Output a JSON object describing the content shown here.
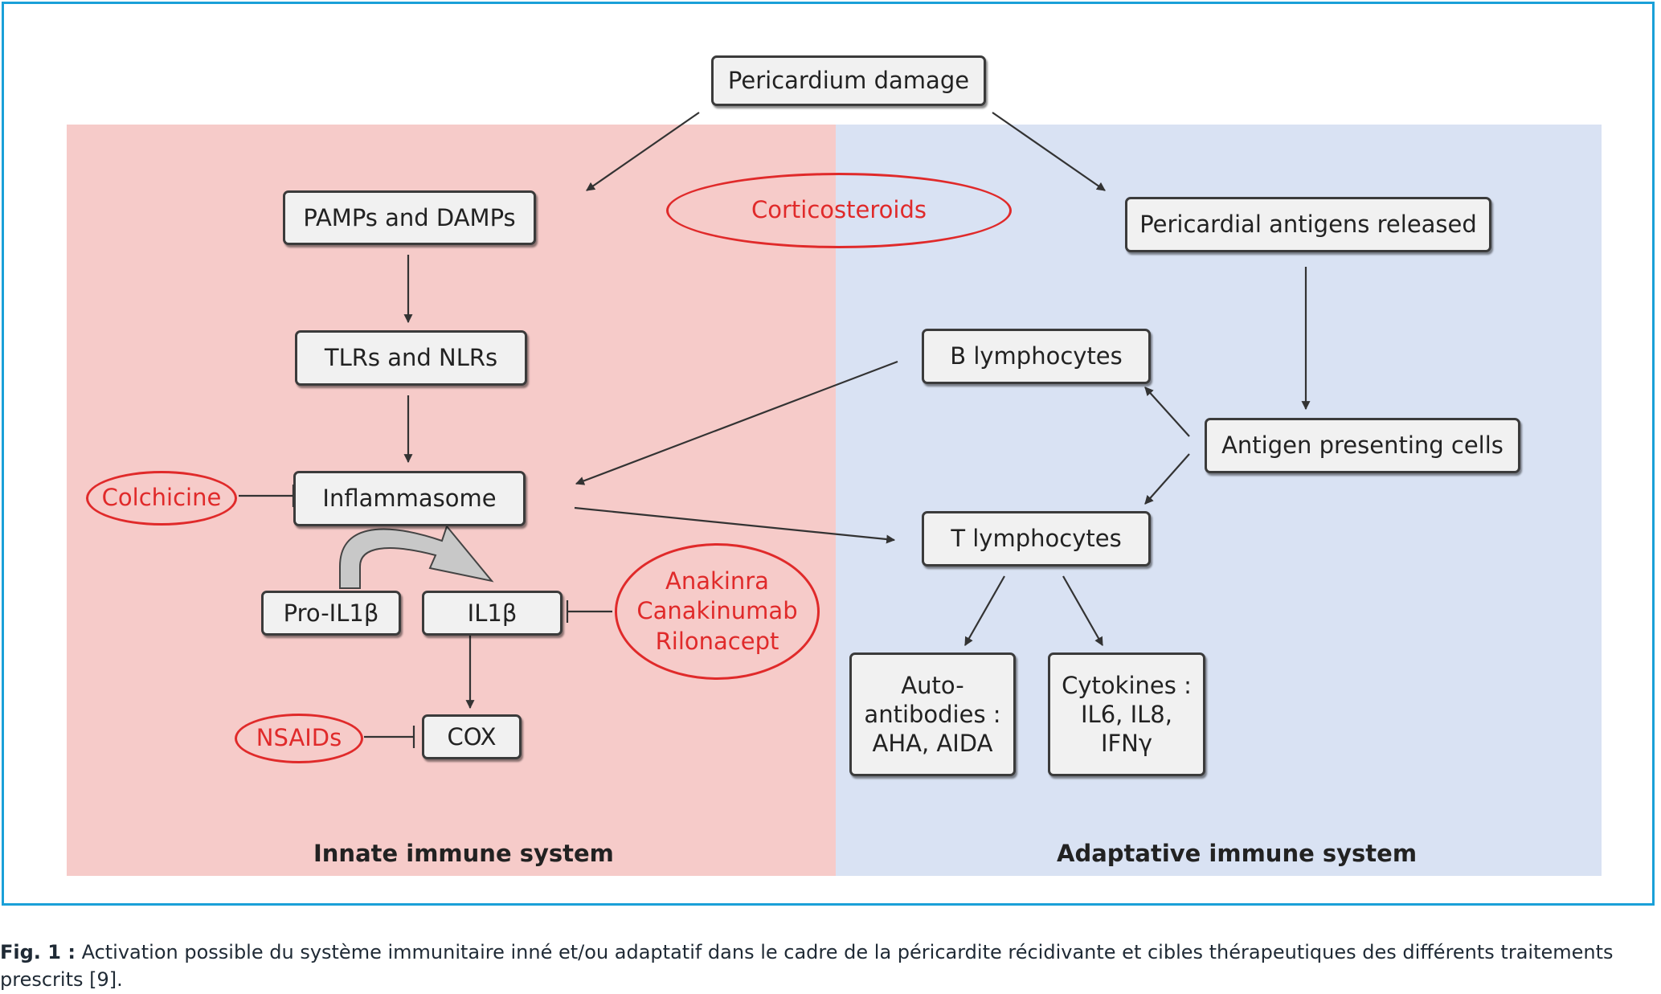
{
  "diagram": {
    "top_node": "Pericardium damage",
    "innate": {
      "pamps": "PAMPs and DAMPs",
      "tlrs": "TLRs and NLRs",
      "inflammasome": "Inflammasome",
      "pro_il1b": "Pro-IL1β",
      "il1b": "IL1β",
      "cox": "COX",
      "label": "Innate immune system"
    },
    "adaptive": {
      "antigens": "Pericardial antigens released",
      "apc": "Antigen presenting cells",
      "b_lymph": "B lymphocytes",
      "t_lymph": "T lymphocytes",
      "autoantibodies": [
        "Auto-",
        "antibodies :",
        "AHA, AIDA"
      ],
      "cytokines": [
        "Cytokines :",
        "IL6, IL8,",
        "IFNγ"
      ],
      "label": "Adaptative immune system"
    },
    "drugs": {
      "corticosteroids": "Corticosteroids",
      "colchicine": "Colchicine",
      "il1_inhibitors": [
        "Anakinra",
        "Canakinumab",
        "Rilonacept"
      ],
      "nsaids": "NSAIDs"
    },
    "colors": {
      "innate_bg": "#f6cbc9",
      "adaptive_bg": "#d9e2f3",
      "drug_red": "#e02a2a",
      "frame_blue": "#1aa0d8"
    }
  },
  "caption": {
    "label": "Fig. 1 :",
    "text": " Activation possible du système immunitaire inné et/ou adaptatif dans le cadre de la péricardite récidivante et cibles thérapeutiques des différents traitements prescrits [9]."
  }
}
